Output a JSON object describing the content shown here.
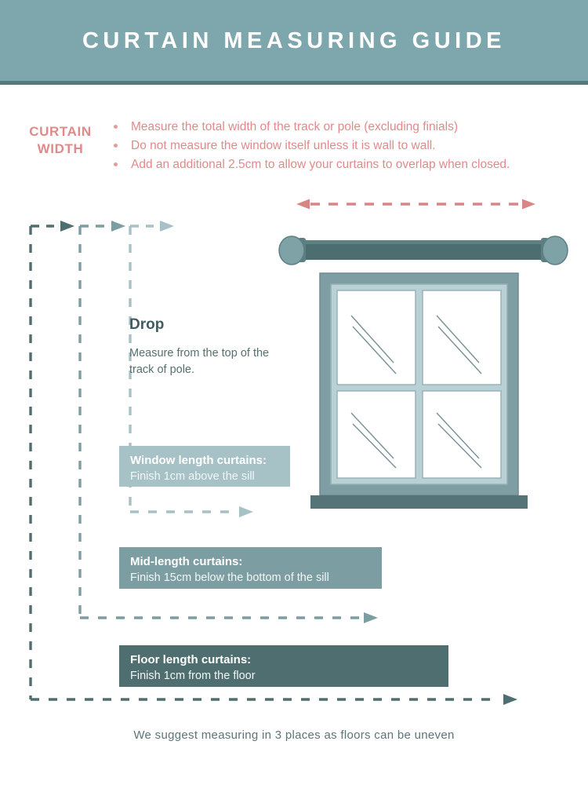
{
  "header": {
    "title": "CURTAIN MEASURING GUIDE",
    "bg_color": "#7ea7ad",
    "rule_color": "#57797d",
    "text_color": "#ffffff"
  },
  "curtain_width": {
    "label_line1": "CURTAIN",
    "label_line2": "WIDTH",
    "accent_color": "#e08a8a",
    "bullets": [
      "Measure the total width of the track or pole (excluding finials)",
      "Do not measure the window itself unless it is wall to wall.",
      "Add an additional 2.5cm to allow your curtains to overlap when closed."
    ]
  },
  "width_arrow": {
    "name": "width-measure-arrow",
    "color": "#d98585",
    "style": "double-headed-dashed"
  },
  "drop": {
    "title": "Drop",
    "description": "Measure from the top of the track of pole.",
    "title_color": "#3f5c61",
    "text_color": "#55706f"
  },
  "guides": [
    {
      "name": "floor-length-guide",
      "color": "#4f6e70"
    },
    {
      "name": "mid-length-guide",
      "color": "#7c9ea2"
    },
    {
      "name": "window-length-guide",
      "color": "#a6c2c6"
    }
  ],
  "callouts": [
    {
      "name": "window-length-callout",
      "title": "Window length curtains:",
      "subtitle": "Finish 1cm above the sill",
      "color": "#a6c2c6"
    },
    {
      "name": "mid-length-callout",
      "title": "Mid-length curtains:",
      "subtitle": "Finish 15cm below the bottom of the sill",
      "color": "#7c9ea2"
    },
    {
      "name": "floor-length-callout",
      "title": "Floor length curtains:",
      "subtitle": "Finish 1cm from the floor",
      "color": "#4f6e70"
    }
  ],
  "window_illustration": {
    "name": "window-with-curtain-pole",
    "pole_color": "#4d6e70",
    "finial_color": "#7fa2a6",
    "frame_color": "#7f9ea3",
    "inner_frame_color": "#b9d0d4",
    "pane_color": "#ffffff",
    "sill_color": "#557478",
    "panes": 4,
    "shine_lines_per_pane": 2
  },
  "footer": {
    "note": "We suggest measuring in 3 places as floors can be uneven",
    "color": "#5d7478"
  }
}
